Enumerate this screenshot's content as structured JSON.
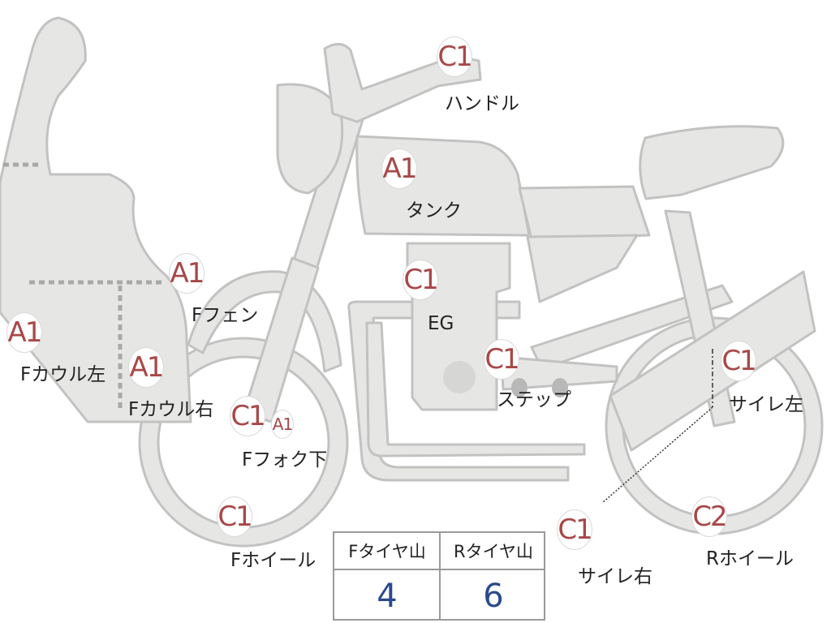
{
  "parts": [
    {
      "id": "handle",
      "code": "C1",
      "label": "ハンドル"
    },
    {
      "id": "tank",
      "code": "A1",
      "label": "タンク"
    },
    {
      "id": "f-fender",
      "code": "A1",
      "label": "Fフェン"
    },
    {
      "id": "engine",
      "code": "C1",
      "label": "EG"
    },
    {
      "id": "f-cowl-left",
      "code": "A1",
      "label": "Fカウル左"
    },
    {
      "id": "f-cowl-right",
      "code": "A1",
      "label": "Fカウル右"
    },
    {
      "id": "step",
      "code": "C1",
      "label": "ステップ"
    },
    {
      "id": "silencer-left",
      "code": "C1",
      "label": "サイレ左"
    },
    {
      "id": "f-fork-lower",
      "code": "C1",
      "extra_code": "A1",
      "label": "Fフォク下"
    },
    {
      "id": "f-wheel",
      "code": "C1",
      "label": "Fホイール"
    },
    {
      "id": "silencer-right",
      "code": "C1",
      "label": "サイレ右"
    },
    {
      "id": "r-wheel",
      "code": "C2",
      "label": "Rホイール"
    }
  ],
  "tire_table": {
    "headers": [
      "Fタイヤ山",
      "Rタイヤ山"
    ],
    "values": [
      "4",
      "6"
    ]
  },
  "colors": {
    "code": "#a84848",
    "value": "#2a4a8c",
    "bike_fill": "#e6e6e4",
    "bike_outline": "#c2c2c2"
  }
}
